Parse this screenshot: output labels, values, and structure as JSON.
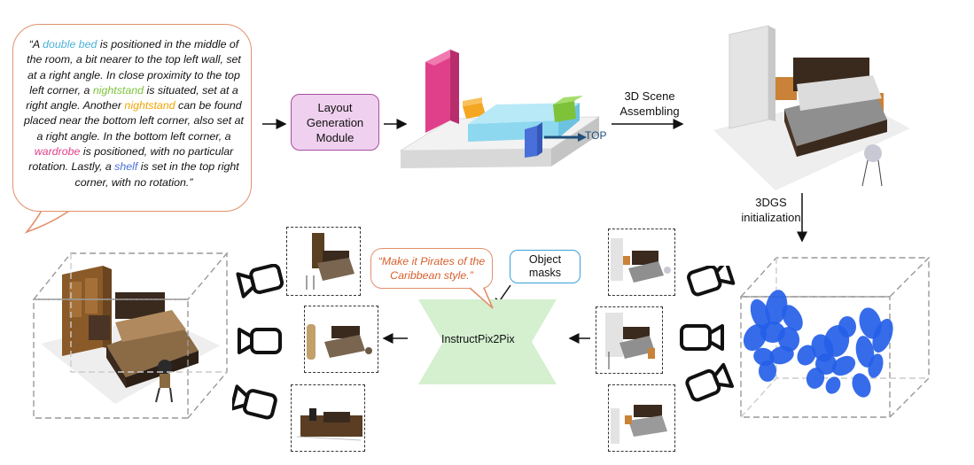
{
  "prompt": {
    "segments": [
      {
        "text": "“A ",
        "tone": "plain"
      },
      {
        "text": "double bed",
        "tone": "blue"
      },
      {
        "text": " is positioned in the middle of the room, a bit nearer to the top left wall, set at a right angle. In close proximity to the top left corner, a ",
        "tone": "plain"
      },
      {
        "text": "nightstand",
        "tone": "green"
      },
      {
        "text": " is situated, set at a right angle. Another ",
        "tone": "plain"
      },
      {
        "text": "nightstand",
        "tone": "orange"
      },
      {
        "text": " can be found placed near the bottom left corner, also set at a right angle. In the bottom left corner, a ",
        "tone": "plain"
      },
      {
        "text": "wardrobe",
        "tone": "pink"
      },
      {
        "text": " is positioned, with no particular rotation. Lastly, a ",
        "tone": "plain"
      },
      {
        "text": "shelf",
        "tone": "shelf"
      },
      {
        "text": " is set in the top right corner, with no rotation.”",
        "tone": "plain"
      }
    ]
  },
  "layout_module": {
    "line1": "Layout",
    "line2": "Generation",
    "line3": "Module"
  },
  "layout_viz": {
    "top_label": "TOP"
  },
  "scene_assembling": {
    "line1": "3D Scene",
    "line2": "Assembling"
  },
  "dgs_init": {
    "line1": "3DGS",
    "line2": "initialization"
  },
  "style_prompt": {
    "line1": "“Make it Pirates of the",
    "line2": "Caribbean style.”"
  },
  "object_masks": {
    "line1": "Object",
    "line2": "masks"
  },
  "instruct": {
    "label": "InstructPix2Pix"
  },
  "colors": {
    "prompt_border": "#e2906c",
    "module_fill": "#efd0ee",
    "module_border": "#a64fa1",
    "masks_border": "#3ba0d8",
    "ip2p_fill": "#d4f0cf",
    "gaussian_blue": "#2560e8",
    "style_text": "#d6602e",
    "bed_blue": "#4cb3d9",
    "nightstand_green": "#7ec23a",
    "nightstand_orange": "#f0a400",
    "wardrobe_pink": "#e0408a",
    "shelf_blue": "#4870d8"
  }
}
